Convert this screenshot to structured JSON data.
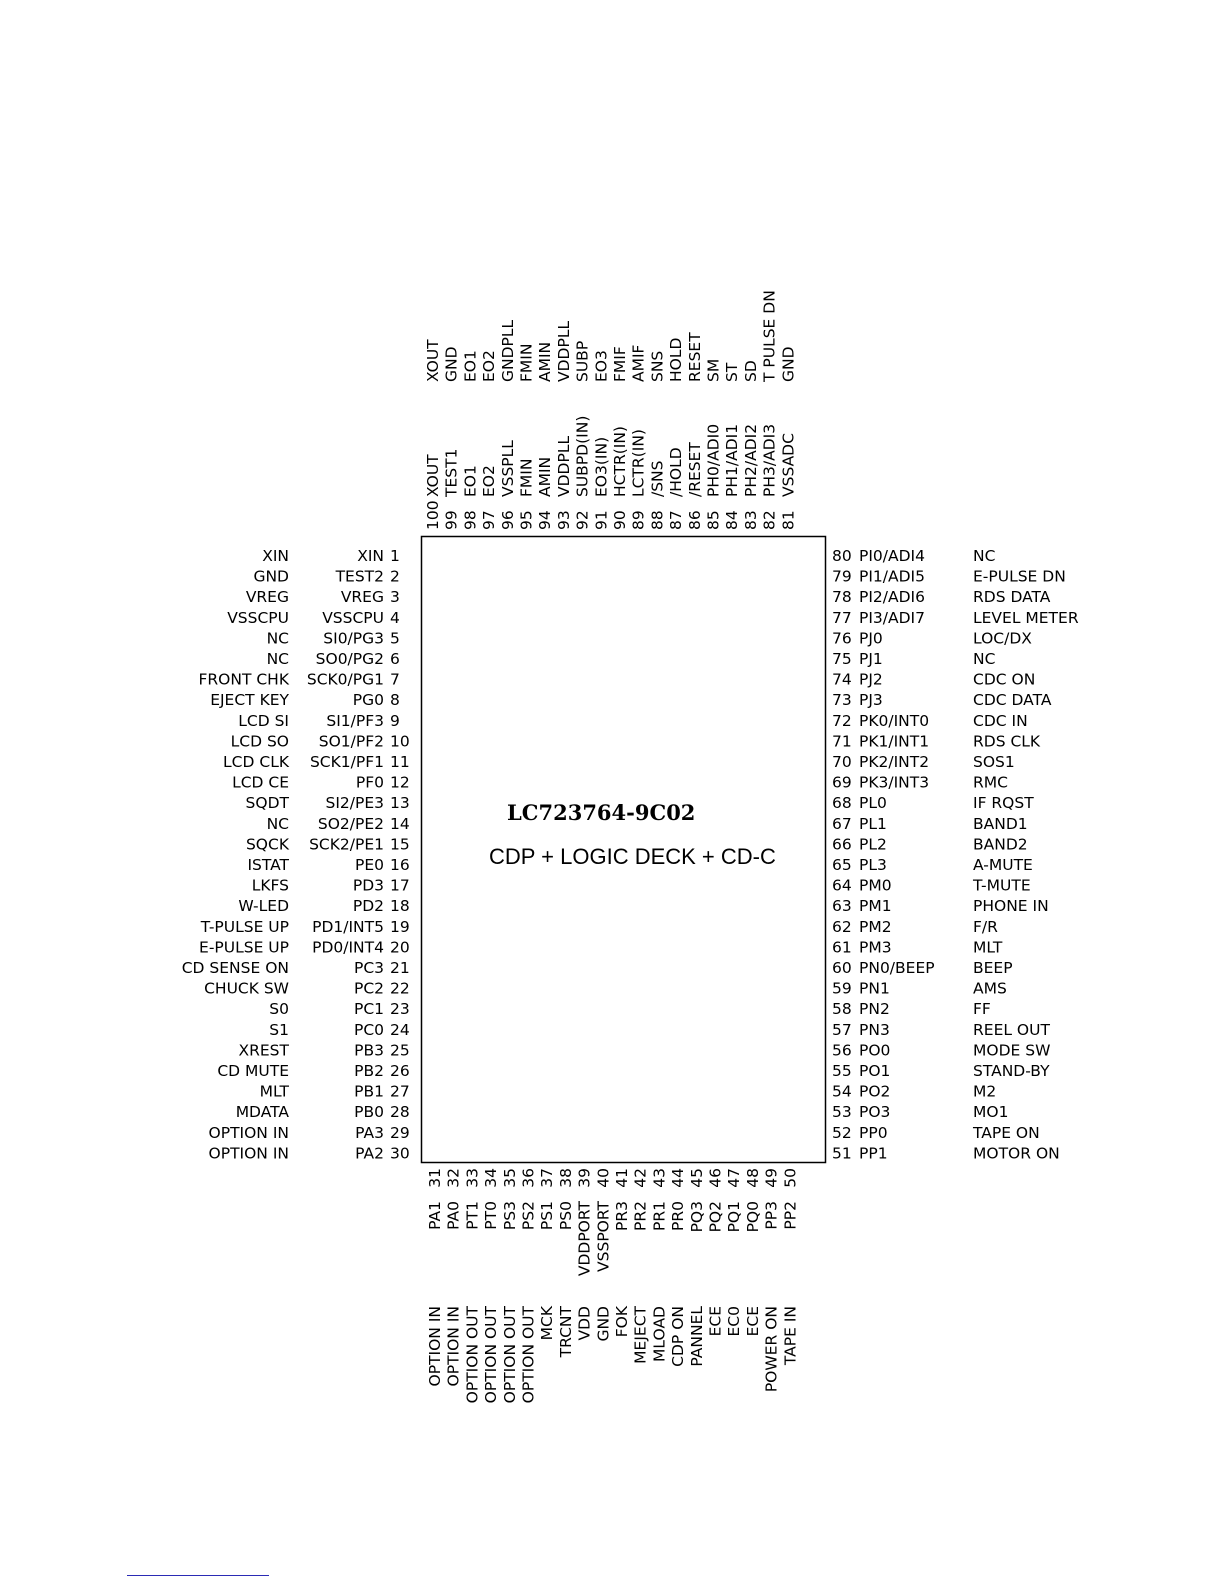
{
  "chip": {
    "part_number": "LC723764-9C02",
    "subtitle": "CDP + LOGIC DECK + CD-C"
  },
  "left_pins": [
    {
      "num": "1",
      "pin": "XIN",
      "signal": "XIN"
    },
    {
      "num": "2",
      "pin": "TEST2",
      "signal": "GND"
    },
    {
      "num": "3",
      "pin": "VREG",
      "signal": "VREG"
    },
    {
      "num": "4",
      "pin": "VSSCPU",
      "signal": "VSSCPU"
    },
    {
      "num": "5",
      "pin": "SI0/PG3",
      "signal": "NC"
    },
    {
      "num": "6",
      "pin": "SO0/PG2",
      "signal": "NC"
    },
    {
      "num": "7",
      "pin": "SCK0/PG1",
      "signal": "FRONT CHK"
    },
    {
      "num": "8",
      "pin": "PG0",
      "signal": "EJECT KEY"
    },
    {
      "num": "9",
      "pin": "SI1/PF3",
      "signal": "LCD SI"
    },
    {
      "num": "10",
      "pin": "SO1/PF2",
      "signal": "LCD SO"
    },
    {
      "num": "11",
      "pin": "SCK1/PF1",
      "signal": "LCD CLK"
    },
    {
      "num": "12",
      "pin": "PF0",
      "signal": "LCD CE"
    },
    {
      "num": "13",
      "pin": "SI2/PE3",
      "signal": "SQDT"
    },
    {
      "num": "14",
      "pin": "SO2/PE2",
      "signal": "NC"
    },
    {
      "num": "15",
      "pin": "SCK2/PE1",
      "signal": "SQCK"
    },
    {
      "num": "16",
      "pin": "PE0",
      "signal": "ISTAT"
    },
    {
      "num": "17",
      "pin": "PD3",
      "signal": "LKFS"
    },
    {
      "num": "18",
      "pin": "PD2",
      "signal": "W-LED"
    },
    {
      "num": "19",
      "pin": "PD1/INT5",
      "signal": "T-PULSE UP"
    },
    {
      "num": "20",
      "pin": "PD0/INT4",
      "signal": "E-PULSE UP"
    },
    {
      "num": "21",
      "pin": "PC3",
      "signal": "CD SENSE ON"
    },
    {
      "num": "22",
      "pin": "PC2",
      "signal": "CHUCK SW"
    },
    {
      "num": "23",
      "pin": "PC1",
      "signal": "S0"
    },
    {
      "num": "24",
      "pin": "PC0",
      "signal": "S1"
    },
    {
      "num": "25",
      "pin": "PB3",
      "signal": "XREST"
    },
    {
      "num": "26",
      "pin": "PB2",
      "signal": "CD MUTE"
    },
    {
      "num": "27",
      "pin": "PB1",
      "signal": "MLT"
    },
    {
      "num": "28",
      "pin": "PB0",
      "signal": "MDATA"
    },
    {
      "num": "29",
      "pin": "PA3",
      "signal": "OPTION IN"
    },
    {
      "num": "30",
      "pin": "PA2",
      "signal": "OPTION IN"
    }
  ],
  "right_pins": [
    {
      "num": "80",
      "pin": "PI0/ADI4",
      "signal": "NC"
    },
    {
      "num": "79",
      "pin": "PI1/ADI5",
      "signal": "E-PULSE DN"
    },
    {
      "num": "78",
      "pin": "PI2/ADI6",
      "signal": "RDS DATA"
    },
    {
      "num": "77",
      "pin": "PI3/ADI7",
      "signal": "LEVEL METER"
    },
    {
      "num": "76",
      "pin": "PJ0",
      "signal": "LOC/DX"
    },
    {
      "num": "75",
      "pin": "PJ1",
      "signal": "NC"
    },
    {
      "num": "74",
      "pin": "PJ2",
      "signal": "CDC ON"
    },
    {
      "num": "73",
      "pin": "PJ3",
      "signal": "CDC DATA"
    },
    {
      "num": "72",
      "pin": "PK0/INT0",
      "signal": "CDC IN"
    },
    {
      "num": "71",
      "pin": "PK1/INT1",
      "signal": "RDS CLK"
    },
    {
      "num": "70",
      "pin": "PK2/INT2",
      "signal": "SOS1"
    },
    {
      "num": "69",
      "pin": "PK3/INT3",
      "signal": "RMC"
    },
    {
      "num": "68",
      "pin": "PL0",
      "signal": "IF RQST"
    },
    {
      "num": "67",
      "pin": "PL1",
      "signal": "BAND1"
    },
    {
      "num": "66",
      "pin": "PL2",
      "signal": "BAND2"
    },
    {
      "num": "65",
      "pin": "PL3",
      "signal": "A-MUTE"
    },
    {
      "num": "64",
      "pin": "PM0",
      "signal": "T-MUTE"
    },
    {
      "num": "63",
      "pin": "PM1",
      "signal": "PHONE IN"
    },
    {
      "num": "62",
      "pin": "PM2",
      "signal": "F/R"
    },
    {
      "num": "61",
      "pin": "PM3",
      "signal": "MLT"
    },
    {
      "num": "60",
      "pin": "PN0/BEEP",
      "signal": "BEEP"
    },
    {
      "num": "59",
      "pin": "PN1",
      "signal": "AMS"
    },
    {
      "num": "58",
      "pin": "PN2",
      "signal": "FF"
    },
    {
      "num": "57",
      "pin": "PN3",
      "signal": "REEL OUT"
    },
    {
      "num": "56",
      "pin": "PO0",
      "signal": "MODE SW"
    },
    {
      "num": "55",
      "pin": "PO1",
      "signal": "STAND-BY"
    },
    {
      "num": "54",
      "pin": "PO2",
      "signal": "M2"
    },
    {
      "num": "53",
      "pin": "PO3",
      "signal": "MO1"
    },
    {
      "num": "52",
      "pin": "PP0",
      "signal": "TAPE ON"
    },
    {
      "num": "51",
      "pin": "PP1",
      "signal": "MOTOR ON"
    }
  ],
  "top_pins": [
    {
      "num": "100",
      "pin": "XOUT",
      "signal": "XOUT"
    },
    {
      "num": "99",
      "pin": "TEST1",
      "signal": "GND"
    },
    {
      "num": "98",
      "pin": "EO1",
      "signal": "EO1"
    },
    {
      "num": "97",
      "pin": "EO2",
      "signal": "EO2"
    },
    {
      "num": "96",
      "pin": "VSSPLL",
      "signal": "GNDPLL"
    },
    {
      "num": "95",
      "pin": "FMIN",
      "signal": "FMIN"
    },
    {
      "num": "94",
      "pin": "AMIN",
      "signal": "AMIN"
    },
    {
      "num": "93",
      "pin": "VDDPLL",
      "signal": "VDDPLL"
    },
    {
      "num": "92",
      "pin": "SUBPD(IN)",
      "signal": "SUBP"
    },
    {
      "num": "91",
      "pin": "EO3(IN)",
      "signal": "EO3"
    },
    {
      "num": "90",
      "pin": "HCTR(IN)",
      "signal": "FMIF"
    },
    {
      "num": "89",
      "pin": "LCTR(IN)",
      "signal": "AMIF"
    },
    {
      "num": "88",
      "pin": "/SNS",
      "signal": "SNS"
    },
    {
      "num": "87",
      "pin": "/HOLD",
      "signal": "HOLD"
    },
    {
      "num": "86",
      "pin": "/RESET",
      "signal": "RESET"
    },
    {
      "num": "85",
      "pin": "PH0/ADI0",
      "signal": "SM"
    },
    {
      "num": "84",
      "pin": "PH1/ADI1",
      "signal": "ST"
    },
    {
      "num": "83",
      "pin": "PH2/ADI2",
      "signal": "SD"
    },
    {
      "num": "82",
      "pin": "PH3/ADI3",
      "signal": "T PULSE DN"
    },
    {
      "num": "81",
      "pin": "VSSADC",
      "signal": "GND"
    }
  ],
  "bottom_pins": [
    {
      "num": "31",
      "pin": "PA1",
      "signal": "OPTION IN"
    },
    {
      "num": "32",
      "pin": "PA0",
      "signal": "OPTION IN"
    },
    {
      "num": "33",
      "pin": "PT1",
      "signal": "OPTION OUT"
    },
    {
      "num": "34",
      "pin": "PT0",
      "signal": "OPTION OUT"
    },
    {
      "num": "35",
      "pin": "PS3",
      "signal": "OPTION OUT"
    },
    {
      "num": "36",
      "pin": "PS2",
      "signal": "OPTION OUT"
    },
    {
      "num": "37",
      "pin": "PS1",
      "signal": "MCK"
    },
    {
      "num": "38",
      "pin": "PS0",
      "signal": "TRCNT"
    },
    {
      "num": "39",
      "pin": "VDDPORT",
      "signal": "VDD"
    },
    {
      "num": "40",
      "pin": "VSSPORT",
      "signal": "GND"
    },
    {
      "num": "41",
      "pin": "PR3",
      "signal": "FOK"
    },
    {
      "num": "42",
      "pin": "PR2",
      "signal": "MEJECT"
    },
    {
      "num": "43",
      "pin": "PR1",
      "signal": "MLOAD"
    },
    {
      "num": "44",
      "pin": "PR0",
      "signal": "CDP ON"
    },
    {
      "num": "45",
      "pin": "PQ3",
      "signal": "PANNEL"
    },
    {
      "num": "46",
      "pin": "PQ2",
      "signal": "ECE"
    },
    {
      "num": "47",
      "pin": "PQ1",
      "signal": "EC0"
    },
    {
      "num": "48",
      "pin": "PQ0",
      "signal": "ECE"
    },
    {
      "num": "49",
      "pin": "PP3",
      "signal": "POWER ON"
    },
    {
      "num": "50",
      "pin": "PP2",
      "signal": "TAPE IN"
    }
  ]
}
